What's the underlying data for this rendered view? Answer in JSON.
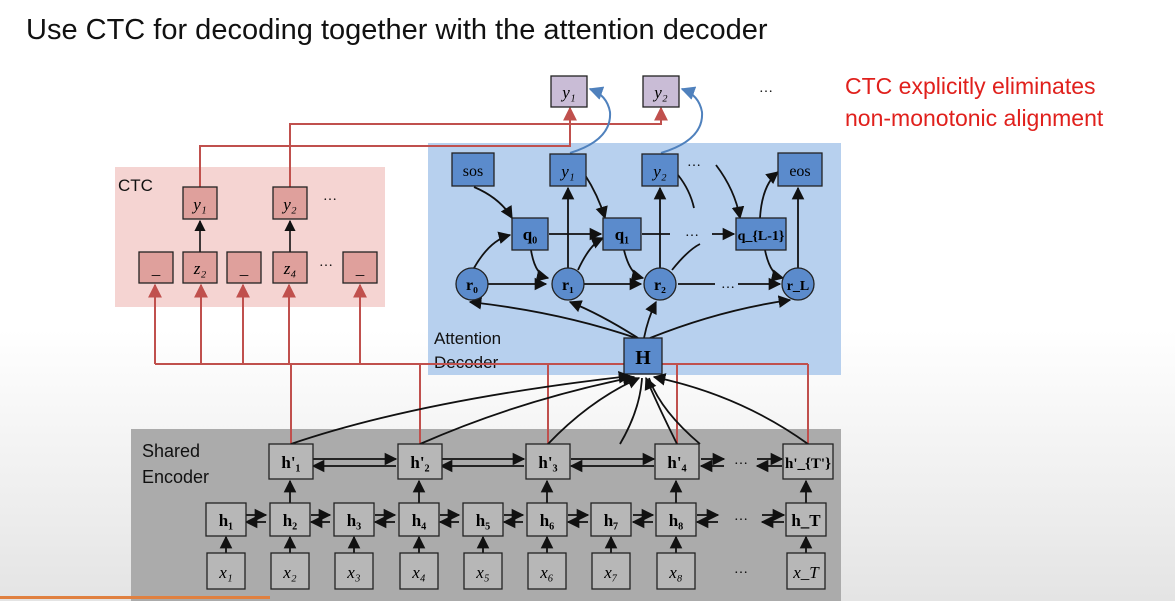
{
  "title": "Use CTC for decoding together with the attention decoder",
  "note": [
    "CTC explicitly eliminates",
    "non-monotonic alignment"
  ],
  "colors": {
    "ctc_bg": "#f5d4d2",
    "ctc_box": "#dfa09c",
    "att_bg": "#b7d0ee",
    "att_box": "#5b8bcc",
    "enc_bg": "#ababab",
    "enc_box": "#b7b7b7",
    "out_box": "#c9bcd6",
    "red_line": "#c0504d",
    "blue_arrow": "#4f81bd",
    "note_text": "#e0201c"
  },
  "ctc": {
    "label": "CTC",
    "outputs": [
      "y₁",
      "y₂",
      "…"
    ],
    "latents": [
      "_",
      "z₂",
      "_",
      "z₄",
      "…",
      "_"
    ]
  },
  "attention": {
    "label_line1": "Attention",
    "label_line2": "Decoder",
    "sos": "sos",
    "eos": "eos",
    "y": [
      "y₁",
      "y₂",
      "…"
    ],
    "q": [
      "q₀",
      "q₁",
      "…",
      "q_{L-1}"
    ],
    "r": [
      "r₀",
      "r₁",
      "r₂",
      "…",
      "r_L"
    ],
    "H": "H"
  },
  "final_outputs": [
    "y₁",
    "y₂",
    "…"
  ],
  "encoder": {
    "label_line1": "Shared",
    "label_line2": "Encoder",
    "h_prime": [
      "h'₁",
      "h'₂",
      "h'₃",
      "h'₄",
      "…",
      "h'_{T'}"
    ],
    "h": [
      "h₁",
      "h₂",
      "h₃",
      "h₄",
      "h₅",
      "h₆",
      "h₇",
      "h₈",
      "…",
      "h_T"
    ],
    "x": [
      "x₁",
      "x₂",
      "x₃",
      "x₄",
      "x₅",
      "x₆",
      "x₇",
      "x₈",
      "…",
      "x_T"
    ]
  }
}
